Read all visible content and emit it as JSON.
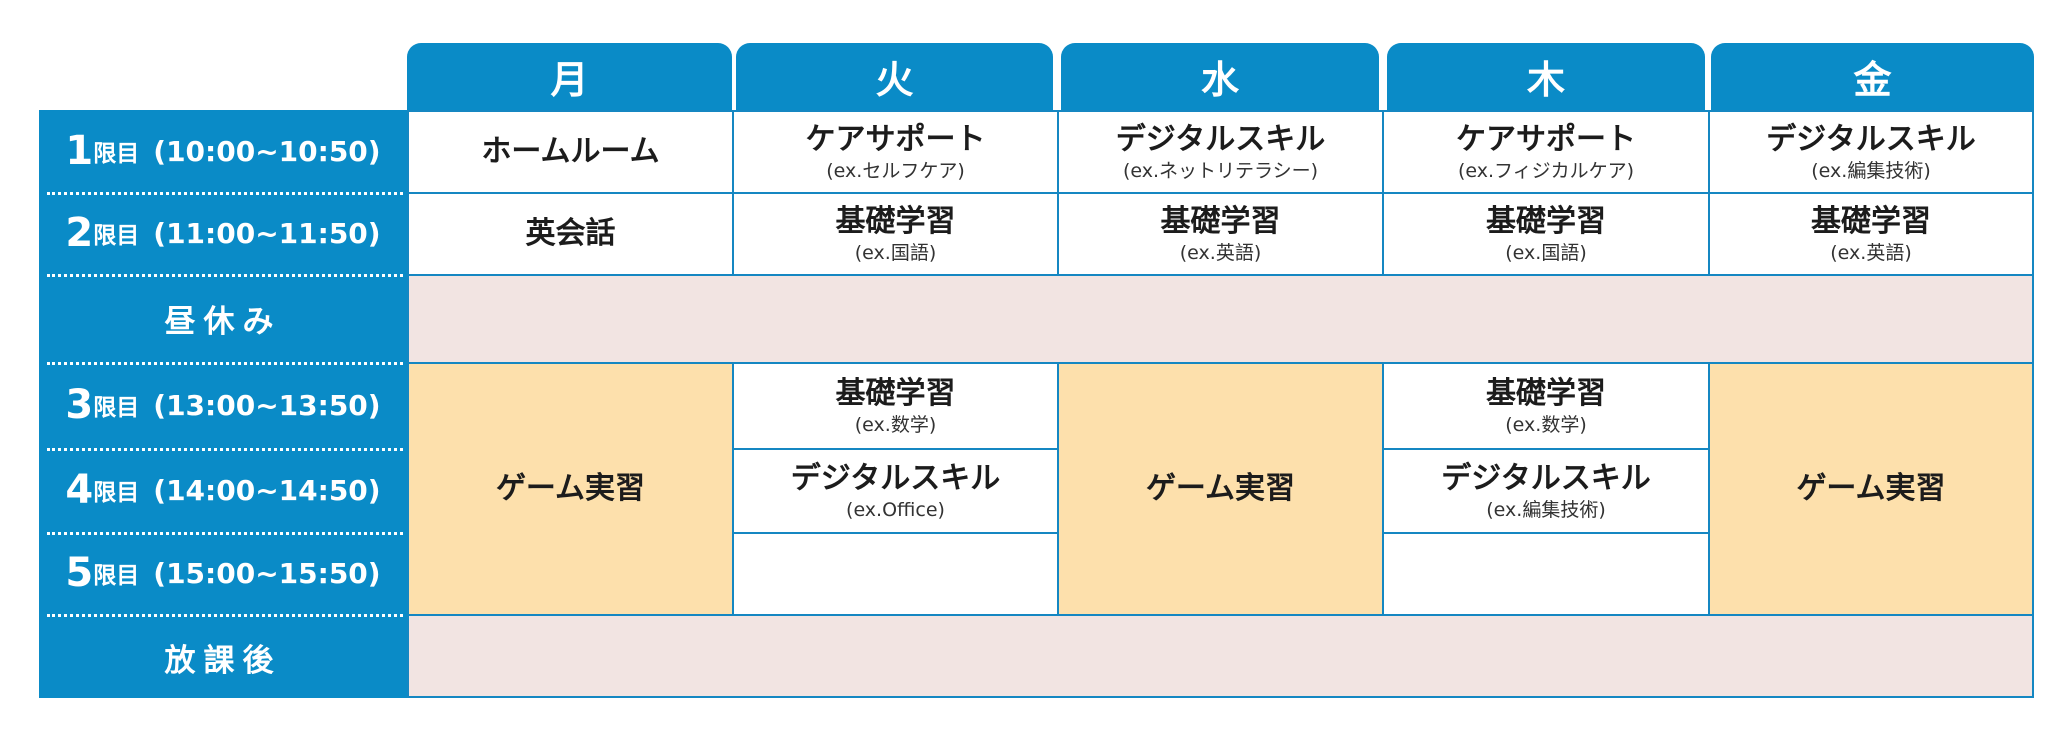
{
  "days": [
    "月",
    "火",
    "水",
    "木",
    "金"
  ],
  "periods": [
    {
      "num": "1",
      "gen": "限目",
      "time": "(10:00~10:50)"
    },
    {
      "num": "2",
      "gen": "限目",
      "time": "(11:00~11:50)"
    },
    {
      "num": "3",
      "gen": "限目",
      "time": "(13:00~13:50)"
    },
    {
      "num": "4",
      "gen": "限目",
      "time": "(14:00~14:50)"
    },
    {
      "num": "5",
      "gen": "限目",
      "time": "(15:00~15:50)"
    }
  ],
  "lunch_label": "昼休み",
  "after_school_label": "放課後",
  "classes": {
    "mon": {
      "p1": {
        "title": "ホームルーム"
      },
      "p2": {
        "title": "英会話"
      },
      "pm": {
        "title": "ゲーム実習"
      }
    },
    "tue": {
      "p1": {
        "title": "ケアサポート",
        "sub": "(ex.セルフケア)"
      },
      "p2": {
        "title": "基礎学習",
        "sub": "(ex.国語)"
      },
      "p3": {
        "title": "基礎学習",
        "sub": "(ex.数学)"
      },
      "p4": {
        "title": "デジタルスキル",
        "sub": "(ex.Office)"
      }
    },
    "wed": {
      "p1": {
        "title": "デジタルスキル",
        "sub": "(ex.ネットリテラシー)"
      },
      "p2": {
        "title": "基礎学習",
        "sub": "(ex.英語)"
      },
      "pm": {
        "title": "ゲーム実習"
      }
    },
    "thu": {
      "p1": {
        "title": "ケアサポート",
        "sub": "(ex.フィジカルケア)"
      },
      "p2": {
        "title": "基礎学習",
        "sub": "(ex.国語)"
      },
      "p3": {
        "title": "基礎学習",
        "sub": "(ex.数学)"
      },
      "p4": {
        "title": "デジタルスキル",
        "sub": "(ex.編集技術)"
      }
    },
    "fri": {
      "p1": {
        "title": "デジタルスキル",
        "sub": "(ex.編集技術)"
      },
      "p2": {
        "title": "基礎学習",
        "sub": "(ex.英語)"
      },
      "pm": {
        "title": "ゲーム実習"
      }
    }
  },
  "colors": {
    "header_blue": "#0a8bc7",
    "grid_line": "#1587c2",
    "game_block": "#fde0ac",
    "break_row": "#f2e4e2"
  }
}
